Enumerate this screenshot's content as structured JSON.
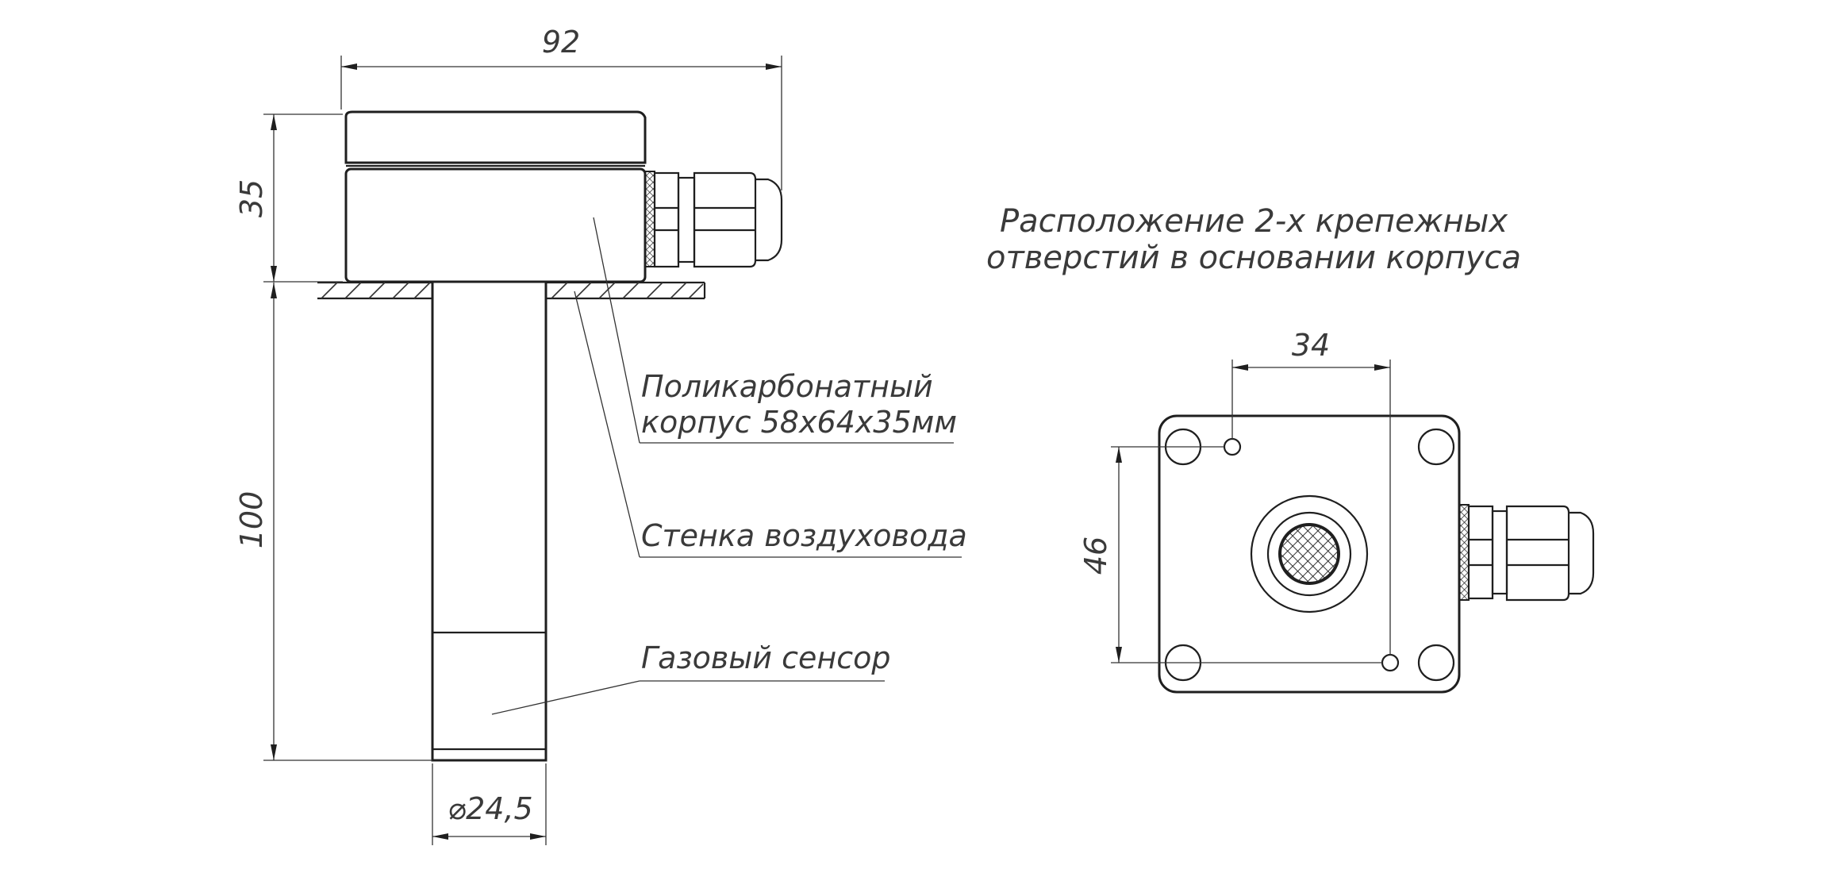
{
  "dimensions": {
    "total_width": "92",
    "housing_height": "35",
    "probe_length": "100",
    "probe_diameter": "⌀24,5",
    "holes_horizontal": "34",
    "holes_vertical": "46"
  },
  "callouts": {
    "housing_line1": "Поликарбонатный",
    "housing_line2": "корпус 58х64х35мм",
    "duct_wall": "Стенка воздуховода",
    "gas_sensor": "Газовый сенсор"
  },
  "plan_view_title": {
    "line1": "Расположение 2-х крепежных",
    "line2": "отверстий в основании корпуса"
  },
  "colors": {
    "line": "#1f1f1f",
    "text": "#3a3a3a",
    "background": "#ffffff"
  }
}
